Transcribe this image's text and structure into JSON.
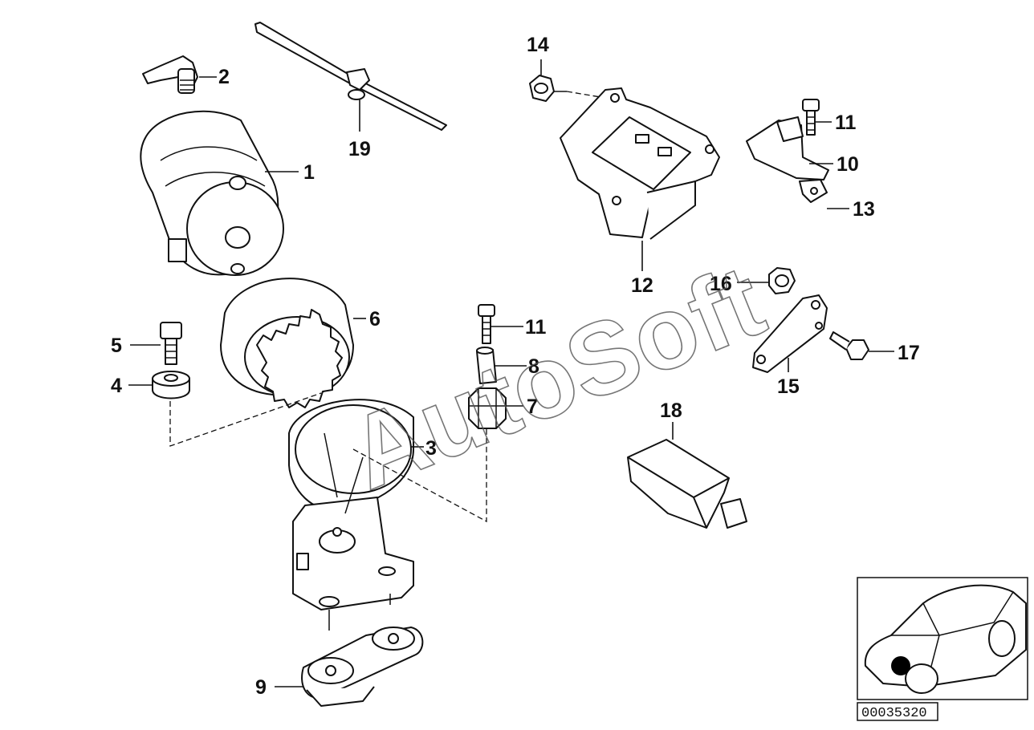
{
  "callouts": {
    "c1": "1",
    "c2": "2",
    "c3": "3",
    "c4": "4",
    "c5": "5",
    "c6": "6",
    "c7": "7",
    "c8": "8",
    "c9": "9",
    "c10": "10",
    "c11a": "11",
    "c11b": "11",
    "c12": "12",
    "c13": "13",
    "c14": "14",
    "c15": "15",
    "c16": "16",
    "c17": "17",
    "c18": "18",
    "c19": "19"
  },
  "watermark": "AutoSoft",
  "reference_number": "00035320",
  "locator": {
    "marker_color": "#000000"
  }
}
